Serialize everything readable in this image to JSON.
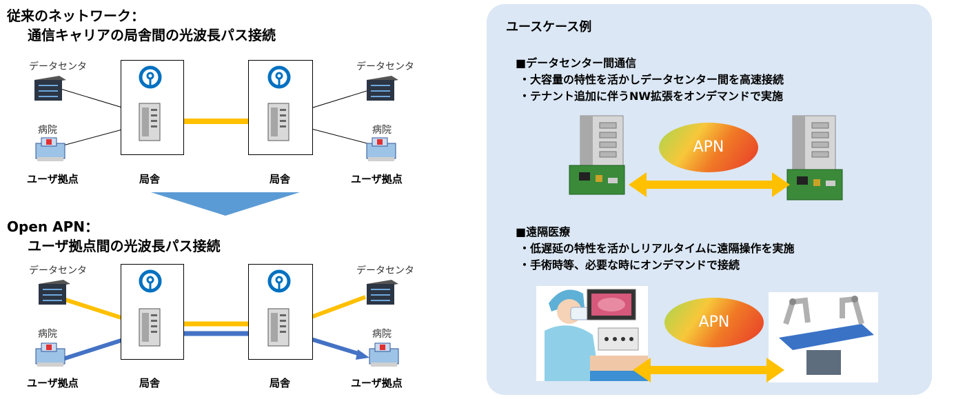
{
  "left": {
    "traditional": {
      "heading_line1": "従来のネットワーク：",
      "heading_line2": "通信キャリアの局舎間の光波長パス接続",
      "dc_left": "データセンタ",
      "dc_right": "データセンタ",
      "hospital_left": "病院",
      "hospital_right": "病院",
      "user_site_left": "ユーザ拠点",
      "office_left": "局舎",
      "office_right": "局舎",
      "user_site_right": "ユーザ拠点"
    },
    "open_apn": {
      "heading_line1": "Open APN：",
      "heading_line2": "ユーザ拠点間の光波長パス接続",
      "dc_left": "データセンタ",
      "dc_right": "データセンタ",
      "hospital_left": "病院",
      "hospital_right": "病院",
      "user_site_left": "ユーザ拠点",
      "office_left": "局舎",
      "office_right": "局舎",
      "user_site_right": "ユーザ拠点"
    }
  },
  "use_cases": {
    "title": "ユースケース例",
    "datacenter": {
      "heading": "■データセンター間通信",
      "bullet1": "・大容量の特性を活かしデータセンター間を高速接続",
      "bullet2": "・テナント追加に伴うNW拡張をオンデマンドで実施",
      "apn_label": "APN"
    },
    "remote_medicine": {
      "heading": "■遠隔医療",
      "bullet1": "・低遅延の特性を活かしリアルタイムに遠隔操作を実施",
      "bullet2": "・手術時等、必要な時にオンデマンドで接続",
      "apn_label": "APN"
    }
  },
  "colors": {
    "carrier_logo": "#0070c0",
    "optical_path_yellow": "#ffc000",
    "optical_path_blue": "#4472c4",
    "arrow_orange": "#ffc000",
    "panel_background": "#dbe7f4",
    "down_arrow": "#5b9bd5"
  },
  "icons": [
    "carrier-logo-icon",
    "server-rack-icon",
    "datacenter-icon",
    "hospital-icon",
    "circuit-board-icon",
    "surgeon-icon",
    "surgical-robot-icon"
  ]
}
